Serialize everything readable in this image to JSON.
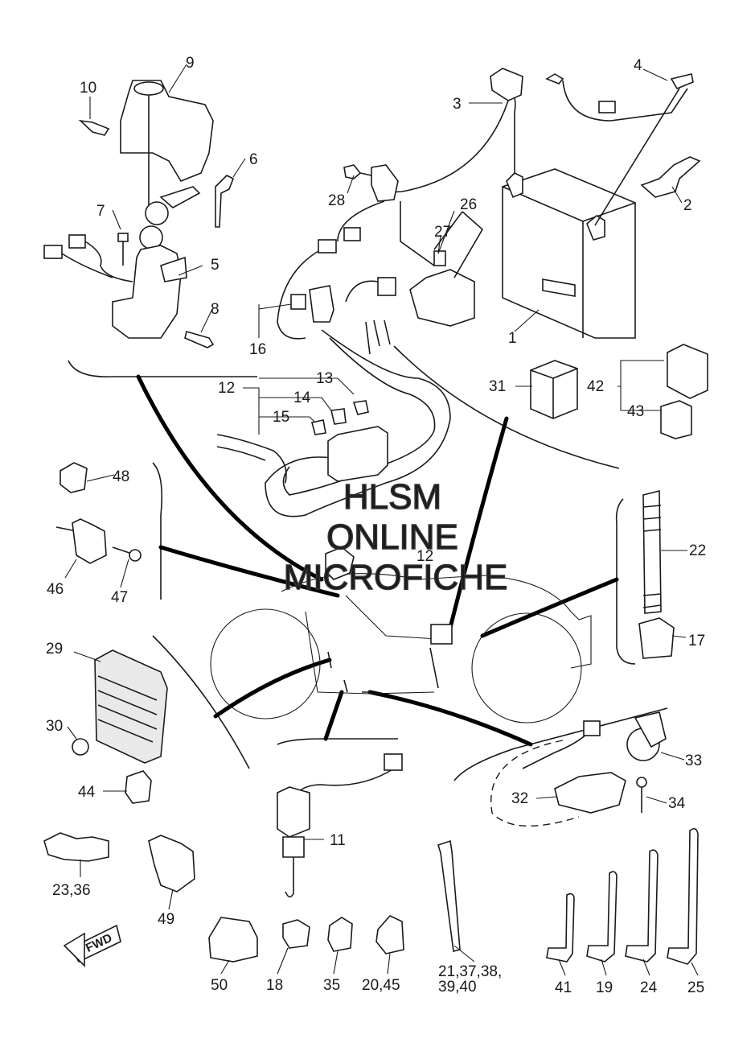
{
  "watermark": {
    "line1": "HLSM",
    "line2": "ONLINE",
    "line3": "MICROFICHE"
  },
  "direction_badge": "FWD",
  "callouts": [
    {
      "id": "c9",
      "text": "9"
    },
    {
      "id": "c10",
      "text": "10"
    },
    {
      "id": "c6",
      "text": "6"
    },
    {
      "id": "c7",
      "text": "7"
    },
    {
      "id": "c5",
      "text": "5"
    },
    {
      "id": "c8",
      "text": "8"
    },
    {
      "id": "c3",
      "text": "3"
    },
    {
      "id": "c4",
      "text": "4"
    },
    {
      "id": "c2",
      "text": "2"
    },
    {
      "id": "c28",
      "text": "28"
    },
    {
      "id": "c26",
      "text": "26"
    },
    {
      "id": "c27",
      "text": "27"
    },
    {
      "id": "c1",
      "text": "1"
    },
    {
      "id": "c16",
      "text": "16"
    },
    {
      "id": "c12a",
      "text": "12"
    },
    {
      "id": "c13",
      "text": "13"
    },
    {
      "id": "c14",
      "text": "14"
    },
    {
      "id": "c15",
      "text": "15"
    },
    {
      "id": "c31",
      "text": "31"
    },
    {
      "id": "c42",
      "text": "42"
    },
    {
      "id": "c43",
      "text": "43"
    },
    {
      "id": "c48",
      "text": "48"
    },
    {
      "id": "c46",
      "text": "46"
    },
    {
      "id": "c47",
      "text": "47"
    },
    {
      "id": "c12b",
      "text": "12"
    },
    {
      "id": "c22",
      "text": "22"
    },
    {
      "id": "c17",
      "text": "17"
    },
    {
      "id": "c29",
      "text": "29"
    },
    {
      "id": "c30",
      "text": "30"
    },
    {
      "id": "c44",
      "text": "44"
    },
    {
      "id": "c33",
      "text": "33"
    },
    {
      "id": "c32",
      "text": "32"
    },
    {
      "id": "c34",
      "text": "34"
    },
    {
      "id": "c11",
      "text": "11"
    },
    {
      "id": "c2336",
      "text": "23,36"
    },
    {
      "id": "c49",
      "text": "49"
    },
    {
      "id": "c50",
      "text": "50"
    },
    {
      "id": "c18",
      "text": "18"
    },
    {
      "id": "c35",
      "text": "35"
    },
    {
      "id": "c2045",
      "text": "20,45"
    },
    {
      "id": "c21a",
      "text": "21,37,38,"
    },
    {
      "id": "c21b",
      "text": "39,40"
    },
    {
      "id": "c41",
      "text": "41"
    },
    {
      "id": "c19",
      "text": "19"
    },
    {
      "id": "c24",
      "text": "24"
    },
    {
      "id": "c25",
      "text": "25"
    }
  ]
}
